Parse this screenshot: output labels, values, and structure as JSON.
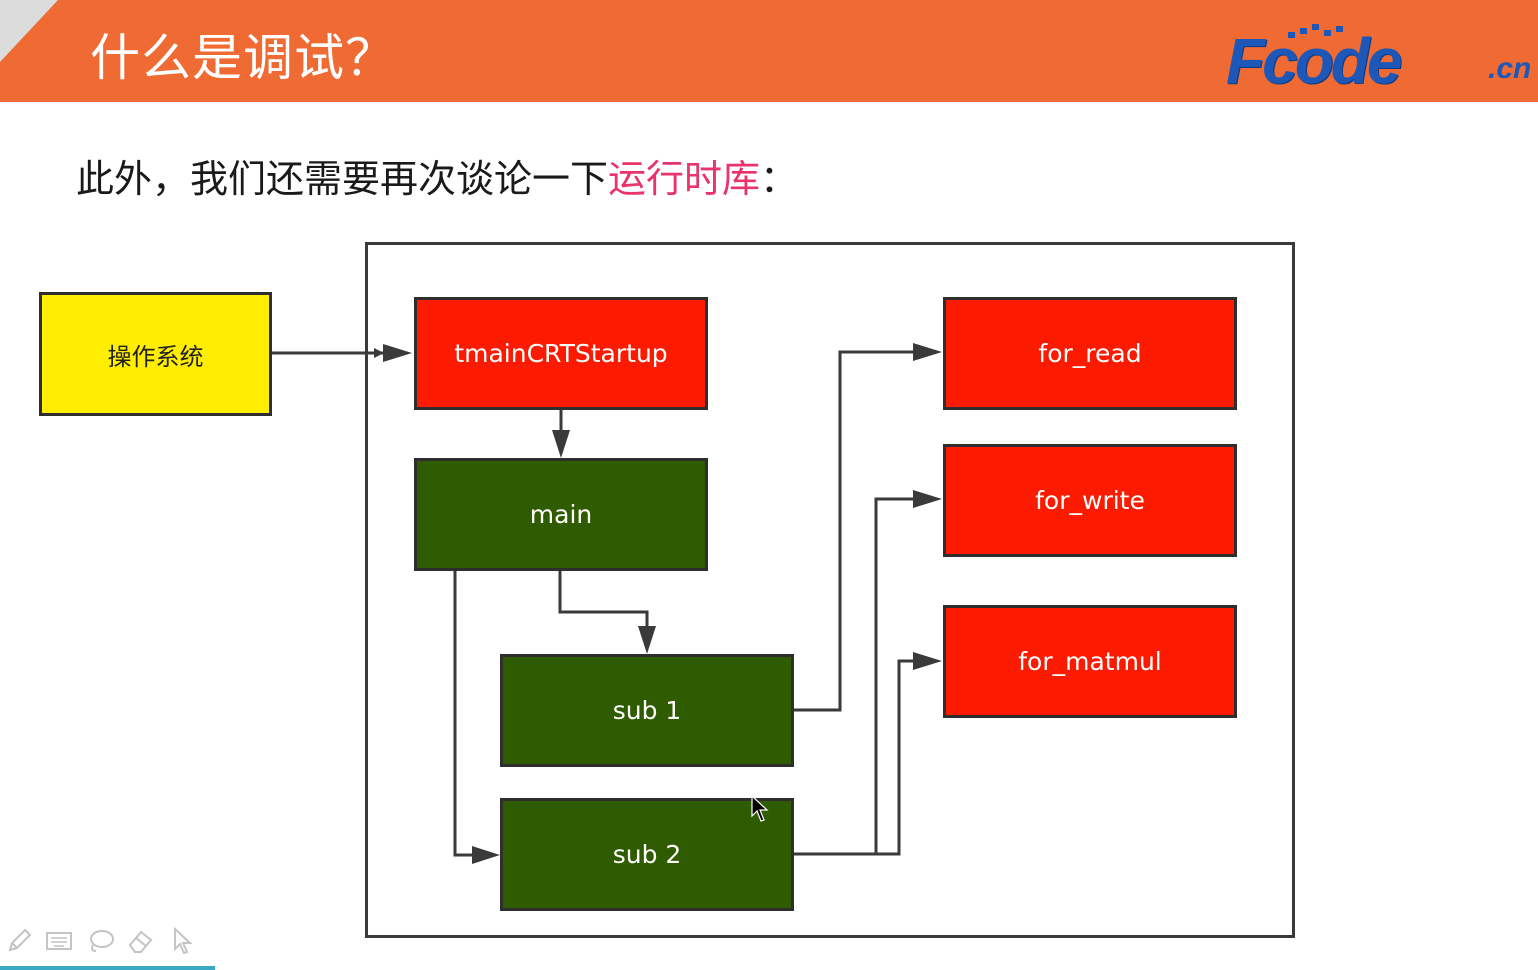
{
  "header": {
    "title": "什么是调试？",
    "logo_main": "Fcode",
    "logo_suffix": ".cn"
  },
  "subtitle": {
    "prefix": "此外，我们还需要再次谈论一下",
    "highlight": "运行时库",
    "suffix": "："
  },
  "diagram": {
    "nodes": {
      "os": "操作系统",
      "tmain": "tmainCRTStartup",
      "main": "main",
      "sub1": "sub 1",
      "sub2": "sub 2",
      "for_read": "for_read",
      "for_write": "for_write",
      "for_matmul": "for_matmul"
    },
    "edges": [
      {
        "from": "操作系统",
        "to": "tmainCRTStartup"
      },
      {
        "from": "tmainCRTStartup",
        "to": "main"
      },
      {
        "from": "main",
        "to": "sub 1"
      },
      {
        "from": "main",
        "to": "sub 2"
      },
      {
        "from": "sub 1",
        "to": "for_read"
      },
      {
        "from": "sub 2",
        "to": "for_write"
      },
      {
        "from": "sub 2",
        "to": "for_matmul"
      }
    ],
    "colors": {
      "yellow": "#ffee00",
      "red": "#fc1a00",
      "green": "#2f5c00",
      "highlight_text": "#e8336b",
      "header": "#f06a33"
    }
  },
  "toolbar": {
    "icons": [
      "pen-icon",
      "keyboard-icon",
      "lasso-icon",
      "eraser-icon",
      "pointer-icon"
    ]
  }
}
